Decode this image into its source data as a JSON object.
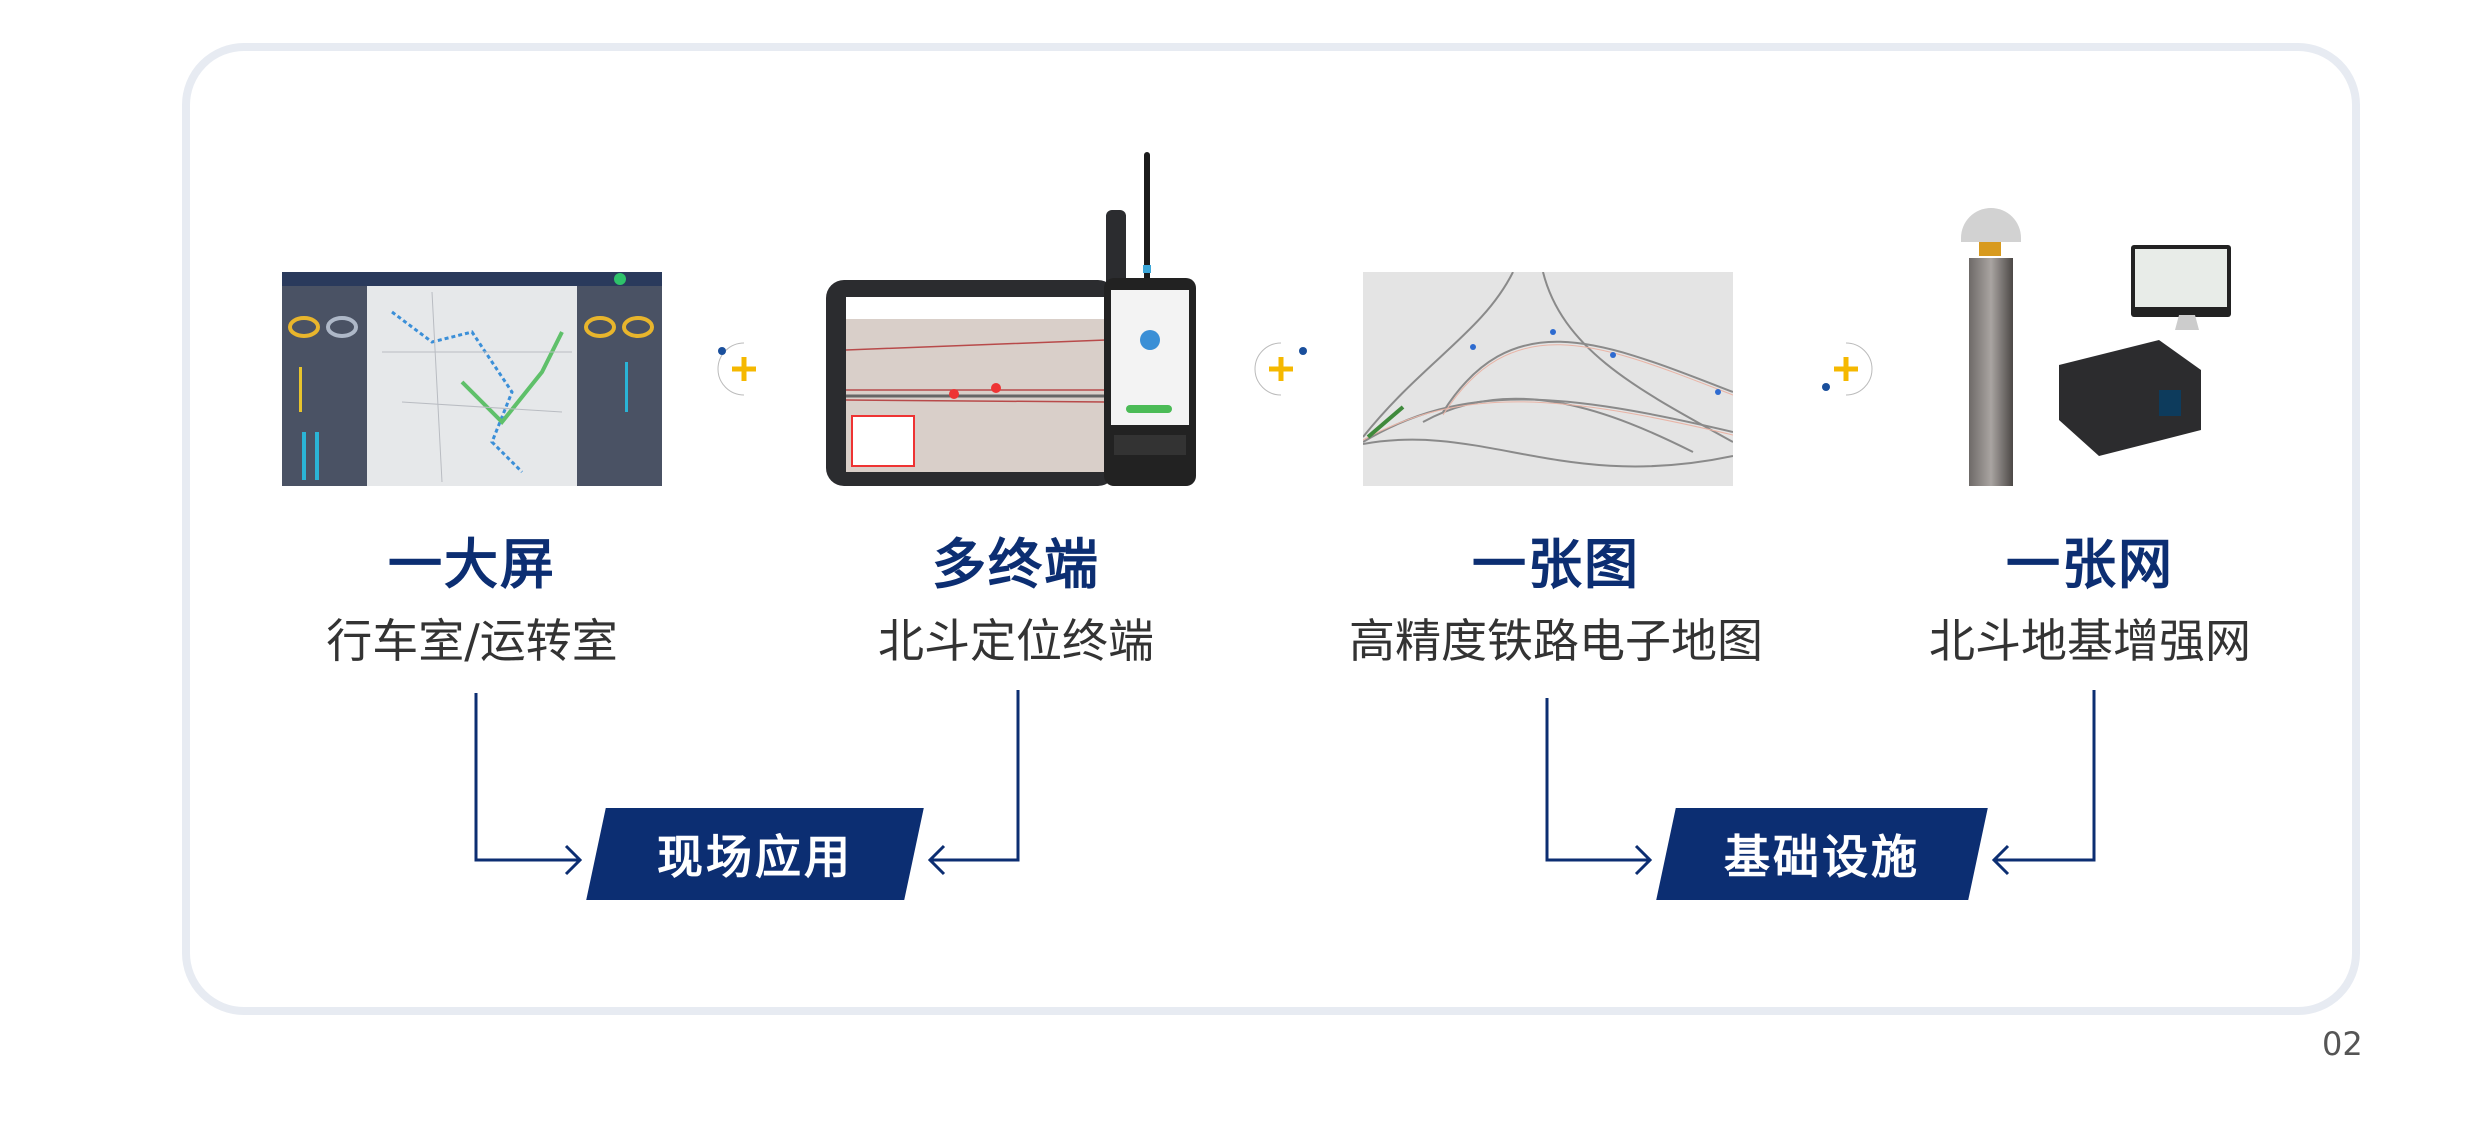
{
  "items": [
    {
      "title": "一大屏",
      "subtitle": "行车室/运转室"
    },
    {
      "title": "多终端",
      "subtitle": "北斗定位终端"
    },
    {
      "title": "一张图",
      "subtitle": "高精度铁路电子地图"
    },
    {
      "title": "一张网",
      "subtitle": "北斗地基增强网"
    }
  ],
  "badges": {
    "left": "现场应用",
    "right": "基础设施"
  },
  "page_number": "02",
  "colors": {
    "navy": "#0c2e72",
    "plus": "#f5b800",
    "dot": "#1a4f9c",
    "card_border": "#e7ebf2"
  }
}
